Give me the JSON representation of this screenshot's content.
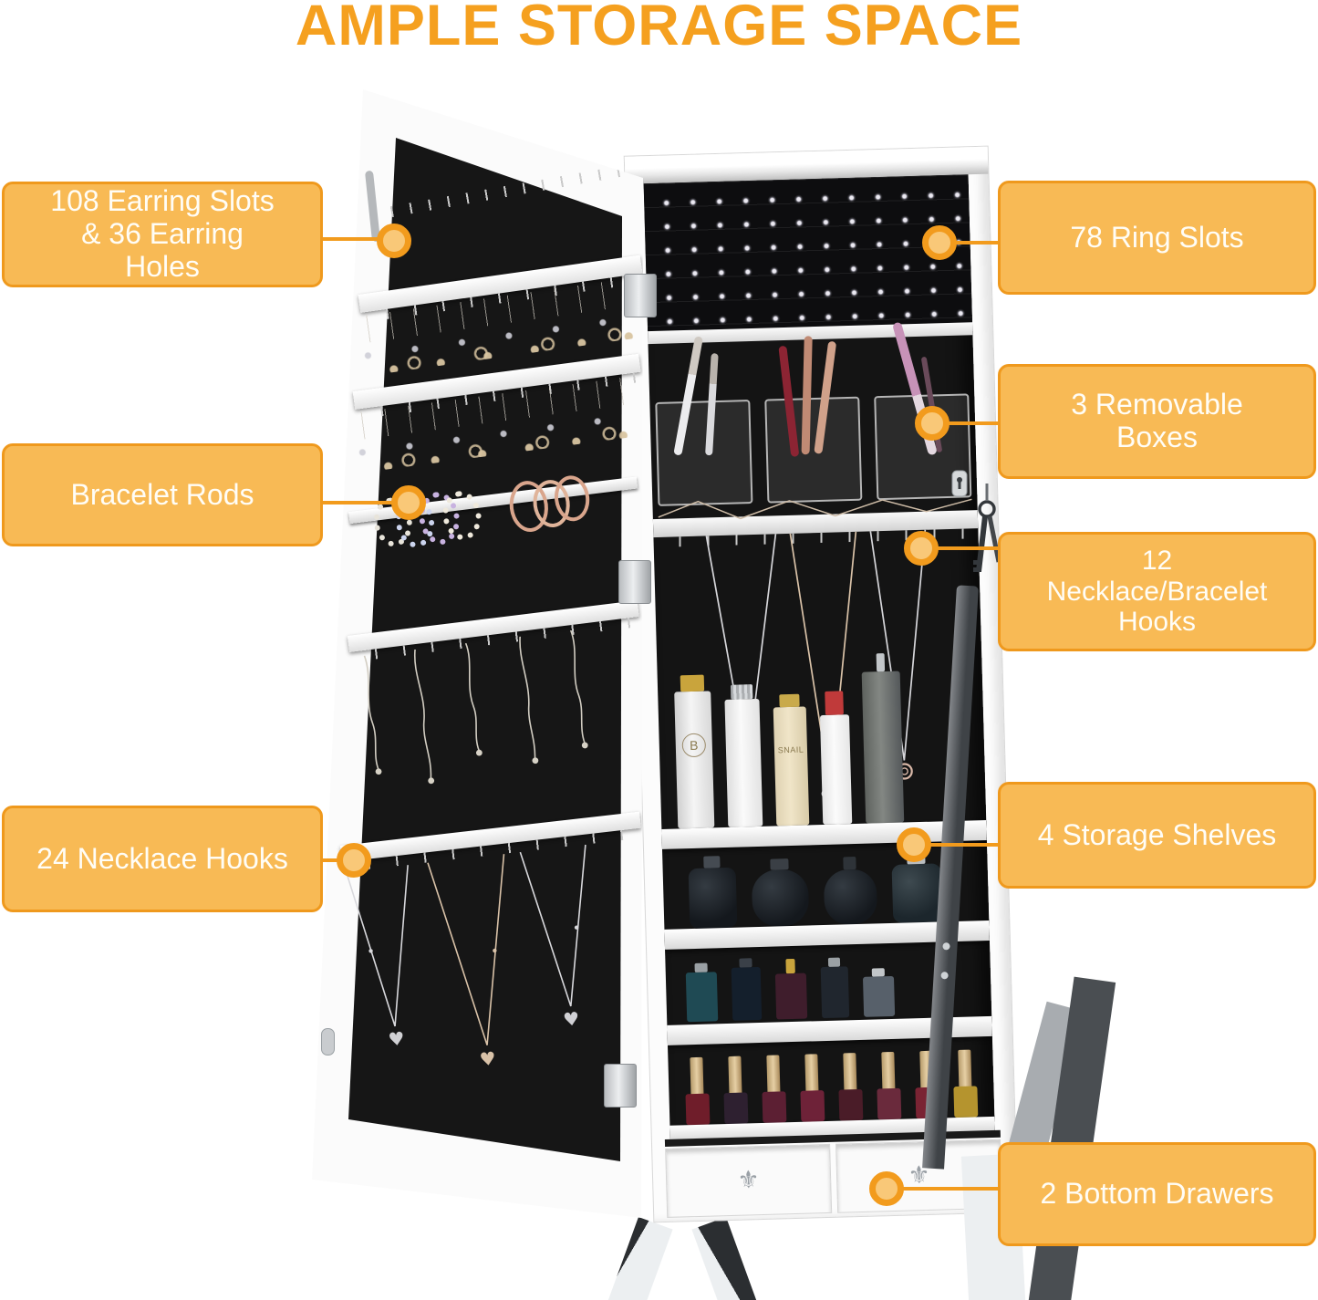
{
  "title": "AMPLE STORAGE SPACE",
  "callouts": {
    "left": [
      {
        "label": "108 Earring Slots & 36 Earring Holes"
      },
      {
        "label": "Bracelet Rods"
      },
      {
        "label": "24 Necklace Hooks"
      }
    ],
    "right": [
      {
        "label": "78 Ring Slots"
      },
      {
        "label": "3 Removable Boxes"
      },
      {
        "label": "12 Necklace/Bracelet Hooks"
      },
      {
        "label": "4 Storage Shelves"
      },
      {
        "label": "2 Bottom Drawers"
      }
    ]
  },
  "scene": {
    "bottle_labels": [
      "B",
      "SNAIL"
    ],
    "drawer_handle_glyph": "⚜"
  },
  "colors": {
    "accent_orange": "#F5A01F",
    "callout_fill": "#F8BA55",
    "callout_border": "#EF991D",
    "callout_dot_fill": "#F9C878",
    "leader_line": "#F29B1D",
    "interior_black": "#141414",
    "cabinet_white": "#FCFCFC",
    "stand_gray": "#4A4E52"
  }
}
